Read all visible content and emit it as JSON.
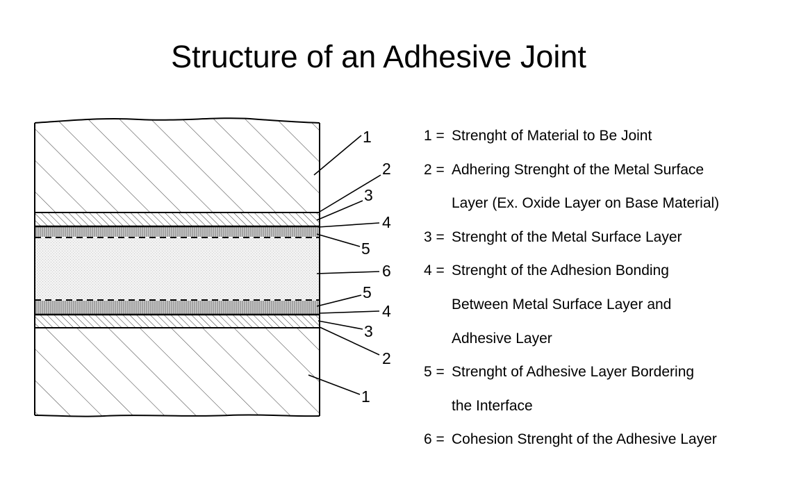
{
  "title": "Structure of an Adhesive Joint",
  "callouts": {
    "top_1": "1",
    "top_2": "2",
    "top_3": "3",
    "top_4": "4",
    "top_5": "5",
    "mid_6": "6",
    "bot_5": "5",
    "bot_4": "4",
    "bot_3": "3",
    "bot_2": "2",
    "bot_1": "1"
  },
  "legend": [
    {
      "number": "1 =",
      "lines": [
        "Strenght of Material to Be Joint"
      ]
    },
    {
      "number": "2 =",
      "lines": [
        "Adhering Strenght of the Metal Surface",
        "Layer (Ex. Oxide Layer on Base Material)"
      ]
    },
    {
      "number": "3 =",
      "lines": [
        "Strenght of the Metal Surface Layer"
      ]
    },
    {
      "number": "4 =",
      "lines": [
        "Strenght of the Adhesion Bonding",
        "Between Metal Surface Layer and",
        "Adhesive Layer"
      ]
    },
    {
      "number": "5 =",
      "lines": [
        "Strenght of Adhesive Layer Bordering",
        "the Interface"
      ]
    },
    {
      "number": "6 =",
      "lines": [
        "Cohesion Strenght of the Adhesive Layer"
      ]
    }
  ]
}
